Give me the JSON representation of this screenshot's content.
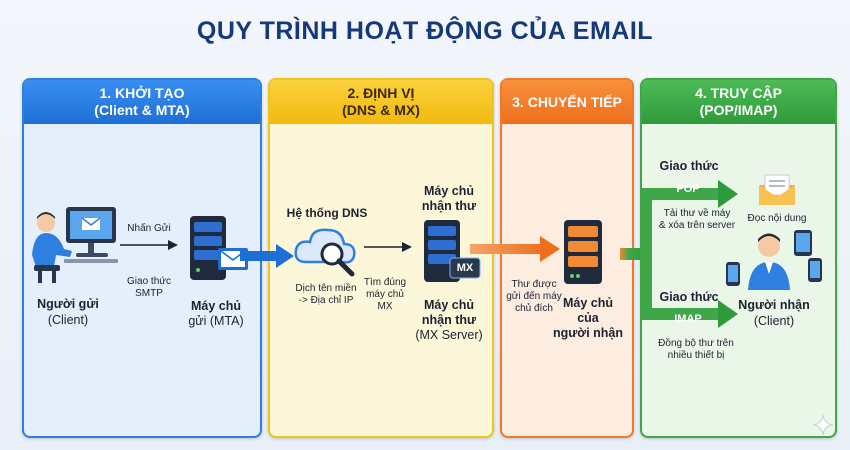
{
  "title": "QUY TRÌNH HOẠT ĐỘNG CỦA EMAIL",
  "stages": [
    {
      "line1": "1. KHỞI TẠO",
      "line2": "(Client & MTA)"
    },
    {
      "line1": "2. ĐỊNH VỊ",
      "line2": "(DNS & MX)"
    },
    {
      "line1": "3. CHUYỂN TIẾP",
      "line2": ""
    },
    {
      "line1": "4. TRUY CẬP",
      "line2": "(POP/IMAP)"
    }
  ],
  "stage1": {
    "sender_line1": "Người gửi",
    "sender_line2": "(Client)",
    "send_action": "Nhấn Gửi",
    "protocol_line1": "Giao thức",
    "protocol_line2": "SMTP",
    "mta_line1": "Máy chủ",
    "mta_line2": "gửi (MTA)"
  },
  "stage2": {
    "dns_title": "Hệ thống DNS",
    "dns_desc_line1": "Dịch tên miền",
    "dns_desc_line2": "-> Địa chỉ IP",
    "find_line1": "Tìm đúng",
    "find_line2": "máy chủ",
    "find_line3": "MX",
    "mx_top_line1": "Máy chủ",
    "mx_top_line2": "nhận thư",
    "mx_badge": "MX",
    "mx_bottom_line1": "Máy chủ",
    "mx_bottom_line2": "nhận thư",
    "mx_bottom_line3": "(MX Server)"
  },
  "stage3": {
    "transfer_line1": "Thư được",
    "transfer_line2": "gửi đến máy",
    "transfer_line3": "chủ đích",
    "server_line1": "Máy chủ",
    "server_line2": "của",
    "server_line3": "người nhận"
  },
  "stage4": {
    "pop_heading": "Giao thức",
    "pop_label": "POP",
    "pop_desc_line1": "Tải thư về máy",
    "pop_desc_line2": "& xóa trên server",
    "read_label": "Đọc nội dung",
    "receiver_line1": "Người nhận",
    "receiver_line2": "(Client)",
    "imap_heading": "Giao thức",
    "imap_label": "IMAP",
    "imap_desc_line1": "Đồng bộ thư trên",
    "imap_desc_line2": "nhiều thiết bị"
  },
  "colors": {
    "title": "#163a78",
    "blue": "#2f7fe0",
    "yellow": "#f0c419",
    "orange": "#f07a2a",
    "green": "#3fa64a"
  }
}
